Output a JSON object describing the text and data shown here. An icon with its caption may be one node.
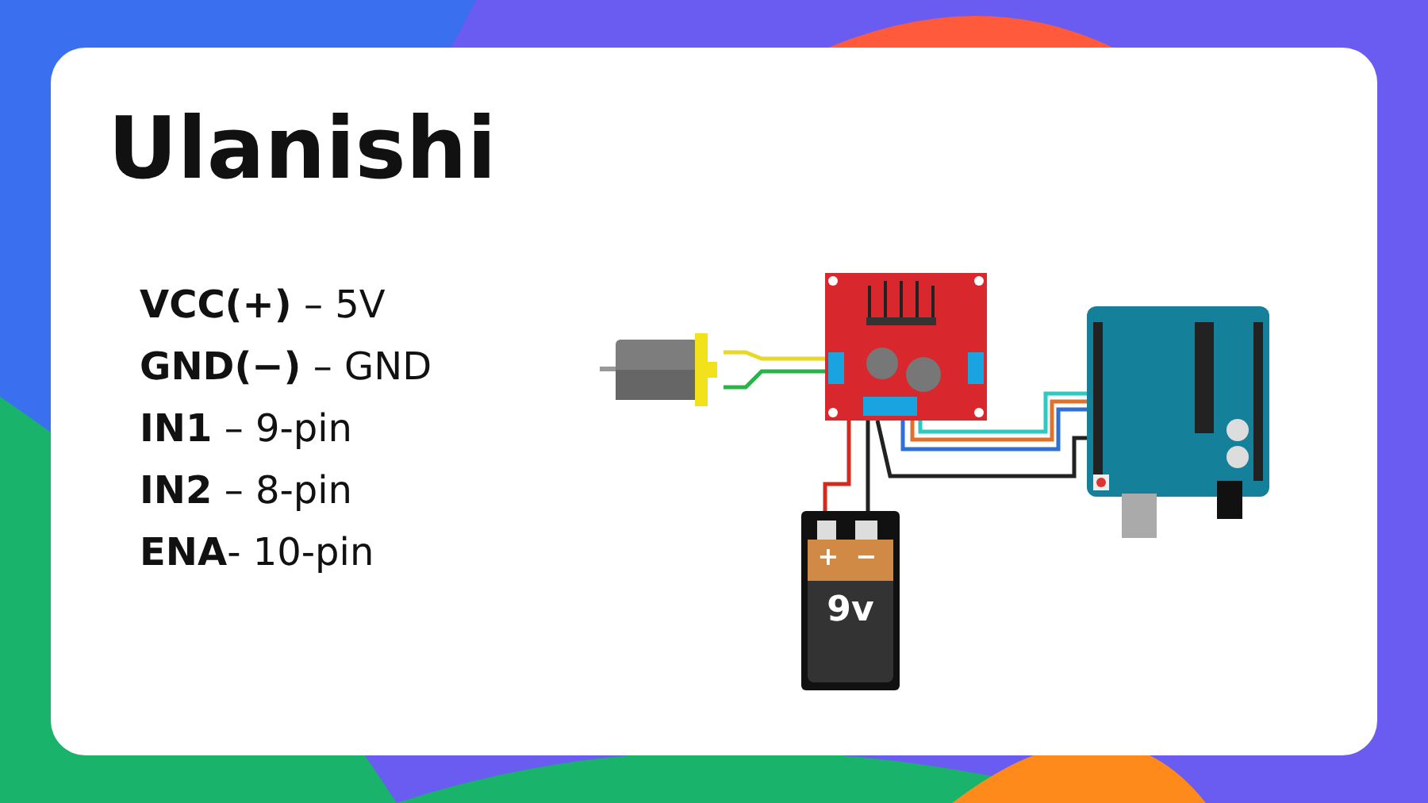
{
  "diagram": {
    "title": "Ulanishi",
    "nodes": [
      {
        "text": [],
        "shape": "picture"
      },
      {
        "text": [],
        "shape": "picture"
      },
      {
        "text": [],
        "shape": "picture"
      },
      {
        "text": [
          "+",
          "−",
          "9v"
        ]
      }
    ],
    "edges": [
      {
        "from": 0,
        "to": 1,
        "arrow": "none",
        "color": "#e8d82a"
      },
      {
        "from": 0,
        "to": 1,
        "arrow": "none",
        "color": "#2bb34a"
      },
      {
        "from": 3,
        "to": 1,
        "arrow": "none",
        "color": "#d42a1e"
      },
      {
        "from": 3,
        "to": 1,
        "arrow": "none",
        "color": "#222222"
      },
      {
        "from": 1,
        "to": 2,
        "arrow": "none",
        "color": "#2ec9c0"
      },
      {
        "from": 1,
        "to": 2,
        "arrow": "none",
        "color": "#e0702a"
      },
      {
        "from": 1,
        "to": 2,
        "arrow": "none",
        "color": "#2f6fd6"
      },
      {
        "from": 1,
        "to": 2,
        "arrow": "none",
        "color": "#222222"
      }
    ],
    "labels": [
      "**VCC(+)** – 5V",
      "**GND(−)** – GND",
      "**IN1** – 9-pin",
      "**IN2** – 8-pin",
      "**ENA**- 10-pin"
    ]
  }
}
